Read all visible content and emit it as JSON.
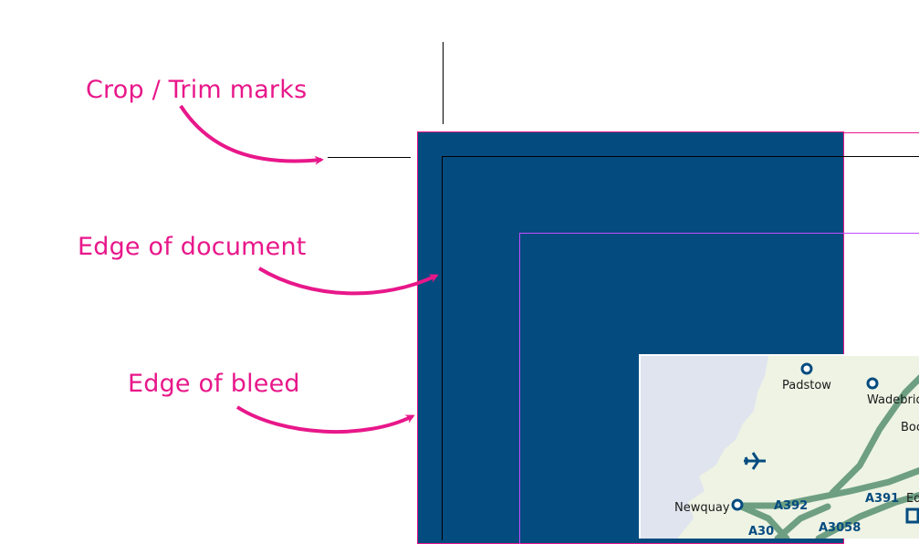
{
  "labels": {
    "crop": "Crop / Trim marks",
    "document": "Edge of document",
    "bleed": "Edge of bleed"
  },
  "colors": {
    "annotation": "#e8178a",
    "bleed_fill": "#044b7f",
    "bleed_edge": "#e8178a",
    "margin_guide": "#c04cff",
    "crop_mark": "#000000",
    "map_sea": "#dfe4ef",
    "map_land": "#eef3e4",
    "map_road": "#6e9f82",
    "map_town": "#044b7f"
  },
  "map": {
    "towns": [
      "Padstow",
      "Wadebrid",
      "Boc",
      "Newquay",
      "Ede"
    ],
    "roads": [
      "A392",
      "A391",
      "A30",
      "A3058"
    ],
    "icons": [
      "airport-icon"
    ]
  }
}
